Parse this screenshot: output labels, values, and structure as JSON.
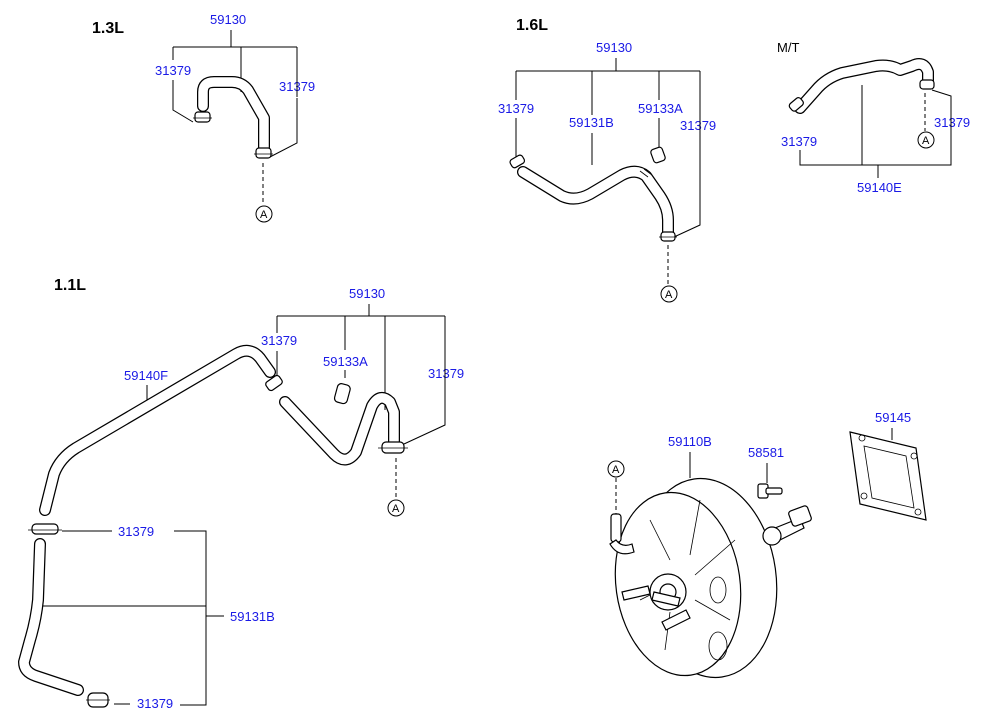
{
  "sections": {
    "s13": {
      "title": "1.3L",
      "top": "59130",
      "left": "31379",
      "right": "31379",
      "ref": "A"
    },
    "s16": {
      "title": "1.6L",
      "top": "59130",
      "a": "31379",
      "b": "59131B",
      "c": "59133A",
      "d": "31379",
      "ref": "A"
    },
    "mt": {
      "title": "M/T",
      "left": "31379",
      "right": "31379",
      "bottom": "59140E",
      "ref": "A"
    },
    "s11": {
      "title": "1.1L",
      "top": "59130",
      "a": "31379",
      "b": "59133A",
      "c": "31379",
      "hose": "59140F",
      "clip_top": "31379",
      "hose_lower": "59131B",
      "clip_bottom": "31379",
      "ref": "A"
    },
    "booster": {
      "body": "59110B",
      "pin": "58581",
      "gasket": "59145",
      "ref": "A"
    }
  }
}
